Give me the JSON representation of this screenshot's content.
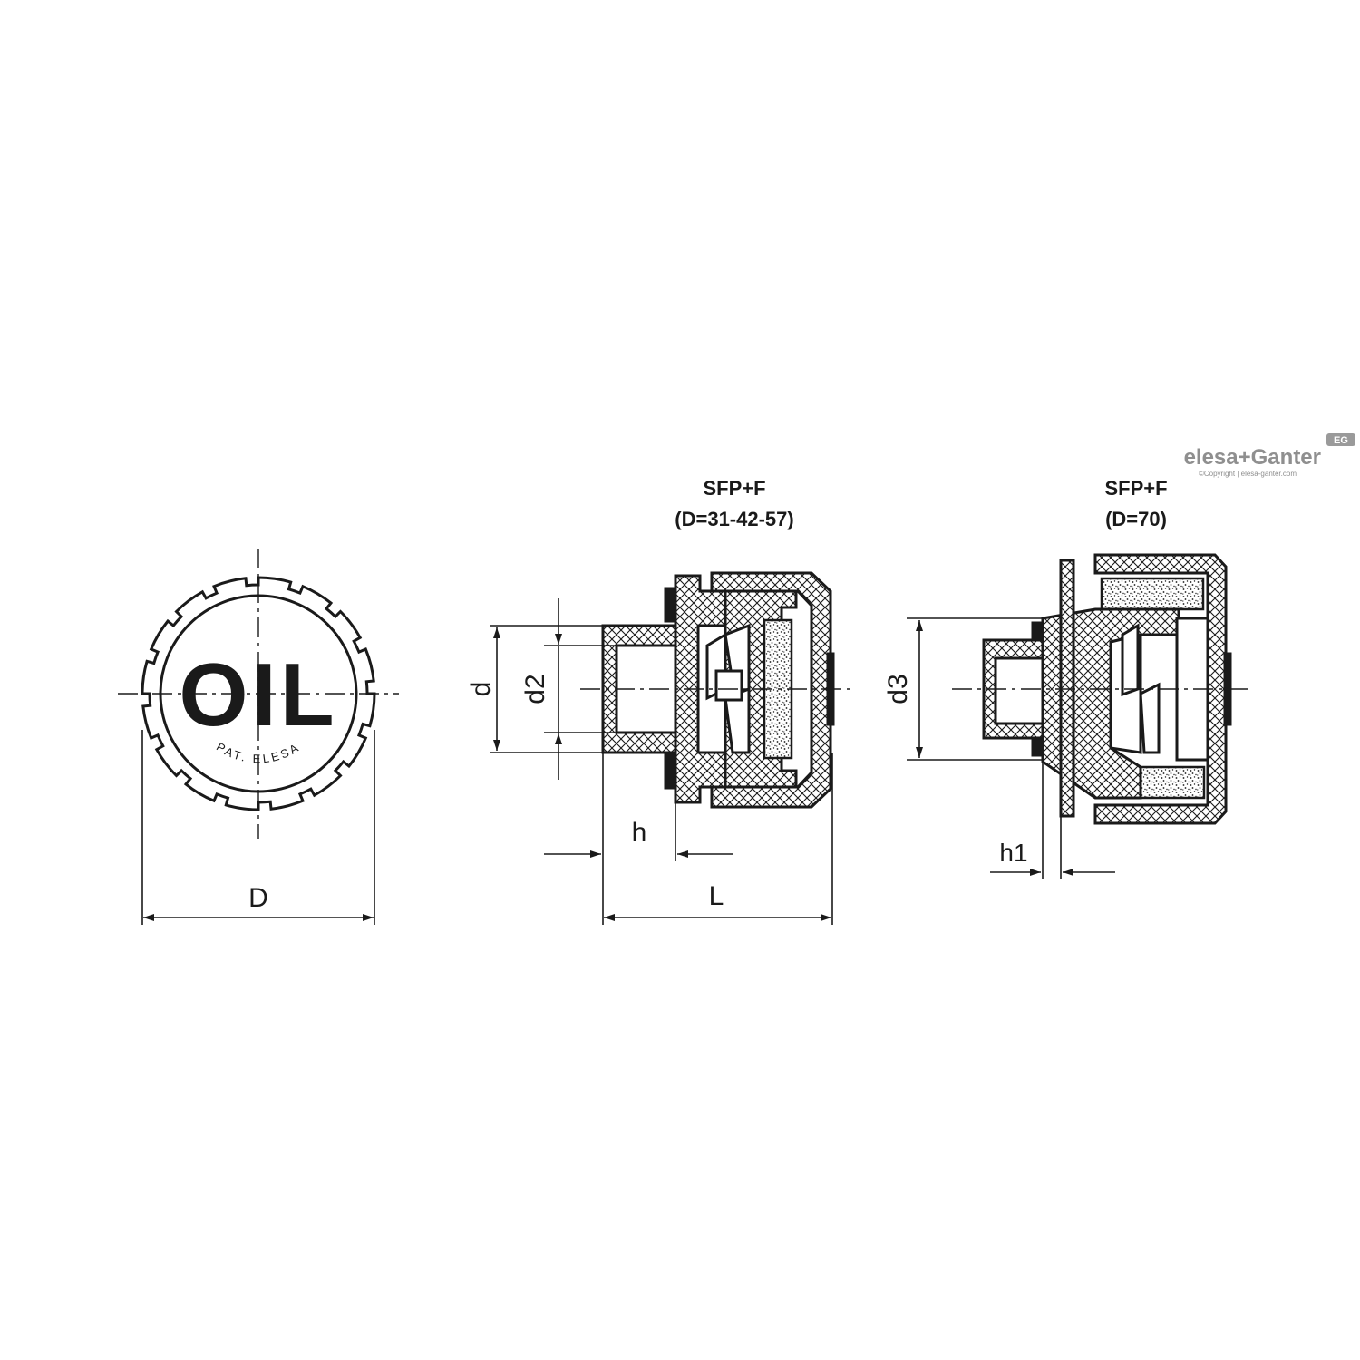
{
  "brand": {
    "logo_text": "elesa+Ganter",
    "badge": "EG",
    "copyright": "©Copyright | elesa-ganter.com",
    "accent": "#9a9a9a"
  },
  "front_view": {
    "cap_text": "OIL",
    "ring_text": "PAT. ELESA",
    "dim_D": "D"
  },
  "section_a": {
    "title_line1": "SFP+F",
    "title_line2": "(D=31-42-57)",
    "dim_d": "d",
    "dim_d2": "d2",
    "dim_h": "h",
    "dim_L": "L"
  },
  "section_b": {
    "title_line1": "SFP+F",
    "title_line2": "(D=70)",
    "dim_d3": "d3",
    "dim_h1": "h1"
  }
}
